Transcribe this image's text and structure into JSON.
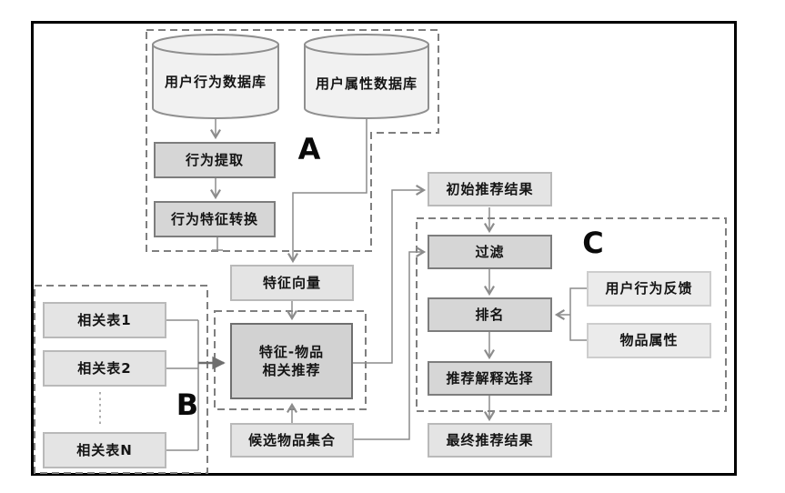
{
  "diagram": {
    "title": "recommendation-system-flowchart",
    "groups": {
      "a": "A",
      "b": "B",
      "c": "C"
    },
    "nodes": {
      "user_behavior_db": "用户行为数据库",
      "user_attribute_db": "用户属性数据库",
      "behavior_extract": "行为提取",
      "behavior_feature_transform": "行为特征转换",
      "feature_vector": "特征向量",
      "feature_item_line1": "特征-物品",
      "feature_item_line2": "相关推荐",
      "candidate_item_set": "候选物品集合",
      "initial_result": "初始推荐结果",
      "filter": "过滤",
      "ranking": "排名",
      "explanation_select": "推荐解释选择",
      "final_result": "最终推荐结果",
      "related_table_1": "相关表1",
      "related_table_2": "相关表2",
      "related_table_n": "相关表N",
      "user_behavior_feedback": "用户行为反馈",
      "item_attributes": "物品属性"
    },
    "colors": {
      "background": "#ffffff",
      "frame_border": "#000000",
      "dashed_border": "#7f7f7f",
      "connector": "#8c8c8c",
      "bus_arrow": "#6e6e6e",
      "process_box_fill": "#d6d6d6",
      "process_box_border": "#7d7d7d",
      "data_box_fill": "#e4e4e4",
      "data_box_border": "#b9b9b9",
      "side_box_fill": "#ebebeb",
      "side_box_border": "#cdcdcd",
      "cylinder_fill": "#f1f1f1",
      "cylinder_border": "#8f8f8f",
      "text": "#141414"
    }
  }
}
